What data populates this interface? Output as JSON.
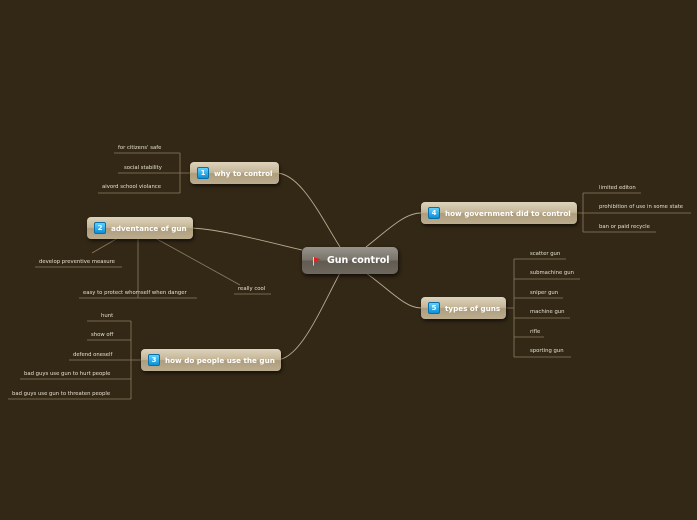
{
  "central": "Gun control",
  "topics": {
    "why": {
      "num": "1",
      "label": "why to control",
      "leaves": [
        "for citizens' safe",
        "social stability",
        "aivord school violance"
      ]
    },
    "adv": {
      "num": "2",
      "label": "adventance of gun",
      "leaves": [
        "develop preventive measure",
        "easy to protect  whomself when danger",
        "really cool"
      ]
    },
    "how": {
      "num": "3",
      "label": "how do people use the gun",
      "leaves": [
        "hunt",
        "show off",
        "defend oneself",
        "bad guys use gun to hurt people",
        "bad guys use gun to threaten people"
      ]
    },
    "gov": {
      "num": "4",
      "label": "how government did to control",
      "leaves": [
        "limited editon",
        "prohibition of use in some state",
        "ban or paid recycle"
      ]
    },
    "types": {
      "num": "5",
      "label": "types of guns",
      "leaves": [
        "scatter gun",
        "submachine gun",
        "sniper gun",
        "machine gun",
        "rifle",
        "sporting gun"
      ]
    }
  },
  "colors": {
    "background": "#332816",
    "connector": "#b9ab8f",
    "leaf_line": "#8b7d62"
  }
}
